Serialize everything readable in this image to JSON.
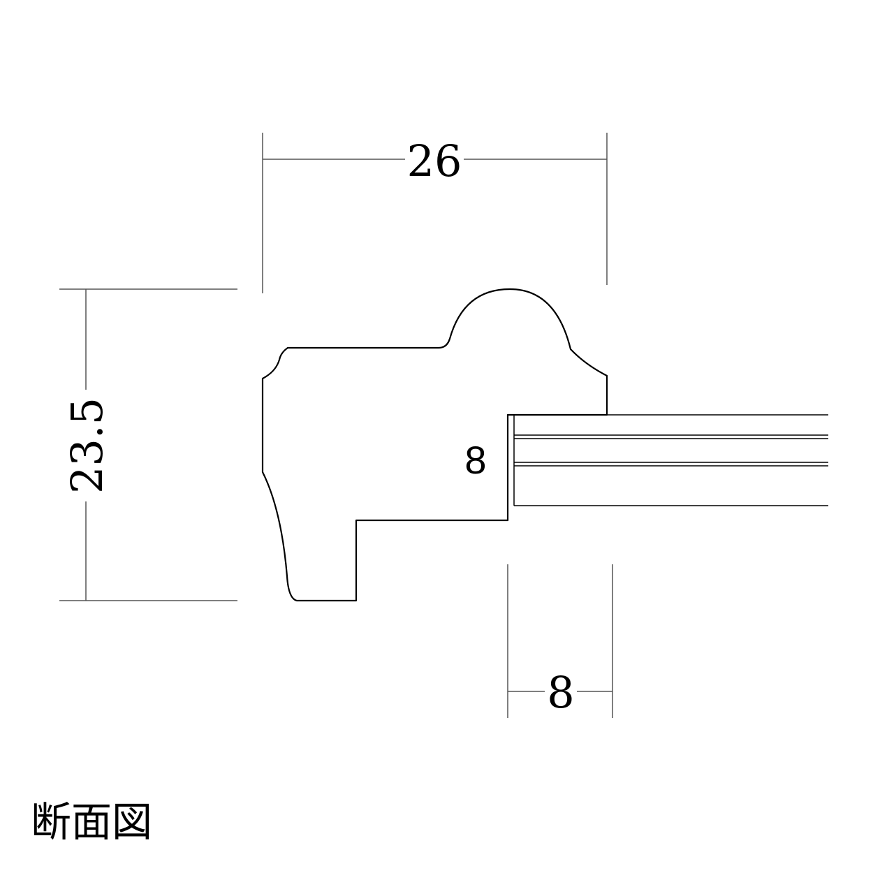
{
  "diagram": {
    "dimensions": {
      "width_label": "26",
      "height_label": "23.5",
      "rebate_depth_label": "8",
      "rebate_width_label": "8"
    },
    "caption": "断面図",
    "colors": {
      "line": "#000000",
      "dimension_line": "#555555",
      "background": "#ffffff"
    }
  }
}
